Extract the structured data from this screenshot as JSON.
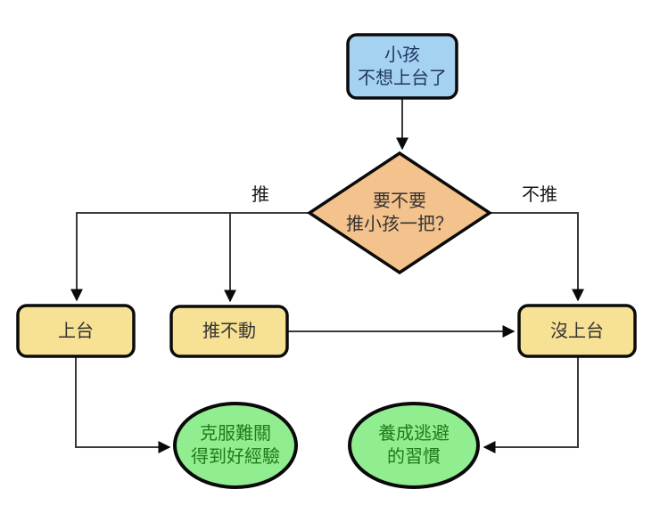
{
  "diagram": {
    "type": "flowchart",
    "language": "zh-TW",
    "nodes": {
      "start": {
        "shape": "rounded-rect",
        "line1": "小孩",
        "line2": "不想上台了"
      },
      "decision": {
        "shape": "diamond",
        "line1": "要不要",
        "line2": "推小孩一把？"
      },
      "stage": {
        "shape": "rounded-rect",
        "label": "上台"
      },
      "push_fail": {
        "shape": "rounded-rect",
        "label": "推不動"
      },
      "no_stage": {
        "shape": "rounded-rect",
        "label": "沒上台"
      },
      "outcome_good": {
        "shape": "ellipse",
        "line1": "克服難關",
        "line2": "得到好經驗"
      },
      "outcome_bad": {
        "shape": "ellipse",
        "line1": "養成逃避",
        "line2": "的習慣"
      }
    },
    "edge_labels": {
      "push": "推",
      "no_push": "不推"
    },
    "edges": [
      {
        "from": "start",
        "to": "decision"
      },
      {
        "from": "decision",
        "to": "stage",
        "label": "推"
      },
      {
        "from": "decision",
        "to": "push_fail",
        "label": "推"
      },
      {
        "from": "decision",
        "to": "no_stage",
        "label": "不推"
      },
      {
        "from": "push_fail",
        "to": "no_stage"
      },
      {
        "from": "stage",
        "to": "outcome_good"
      },
      {
        "from": "no_stage",
        "to": "outcome_bad"
      }
    ],
    "colors": {
      "start_fill": "#a6d2f2",
      "start_text": "#1f3864",
      "decision_fill": "#f4c28d",
      "process_fill": "#f7e194",
      "terminal_fill": "#90ee90",
      "terminal_text": "#1e7b1e",
      "border": "#0a0a0a",
      "edge_line": "#3a3a3a",
      "background": "#ffffff"
    }
  }
}
